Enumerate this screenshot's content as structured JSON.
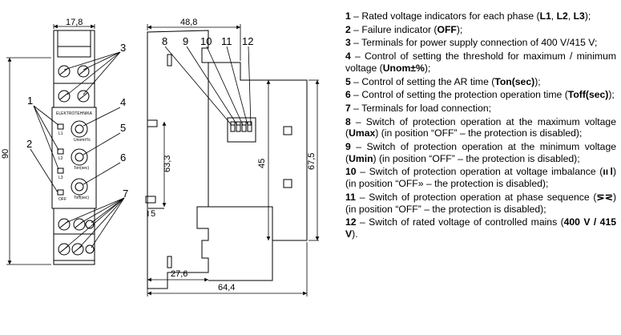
{
  "dims": {
    "width_front": "17,8",
    "height_total": "90",
    "width_side": "48,8",
    "height_inner": "63,3",
    "height_45": "45",
    "height_675": "67,5",
    "depth_276": "27,6",
    "depth_total": "64,4",
    "offset_5": "5"
  },
  "callouts": {
    "c1": "1",
    "c2": "2",
    "c3": "3",
    "c4": "4",
    "c5": "5",
    "c6": "6",
    "c7": "7",
    "c8": "8",
    "c9": "9",
    "c10": "10",
    "c11": "11",
    "c12": "12"
  },
  "device": {
    "label_l1": "L1",
    "label_l2": "L2",
    "label_l3": "L3",
    "label_off": "OFF",
    "label_unom": "Unom±%",
    "label_ton": "Ton(sec)",
    "label_toff": "Toff(sec)",
    "brand": "ELEKTROTEHNIKA"
  },
  "legend": [
    {
      "n": "1",
      "text": "– Rated voltage indicators for each phase (",
      "b1": "L1",
      "t2": ", ",
      "b2": "L2",
      "t3": ", ",
      "b3": "L3",
      "t4": ");"
    },
    {
      "n": "2",
      "text": "– Failure indicator (",
      "b1": "OFF",
      "t2": ");"
    },
    {
      "n": "3",
      "text": "– Terminals for power supply connection of 400 V/415 V;"
    },
    {
      "n": "4",
      "text": "– Control of setting the threshold for maximum / minimum voltage (",
      "b1": "Unom±%",
      "t2": ");"
    },
    {
      "n": "5",
      "text": "– Control of setting the AR time (",
      "b1": "Ton(sec)",
      "t2": ");"
    },
    {
      "n": "6",
      "text": "– Control of setting the protection operation time (",
      "b1": "Toff(sec)",
      "t2": ");"
    },
    {
      "n": "7",
      "text": "– Terminals for load connection;"
    },
    {
      "n": "8",
      "text": "– Switch of protection operation at the maximum voltage (",
      "b1": "Umax",
      "t2": ") (in position “OFF” – the protection is disabled);"
    },
    {
      "n": "9",
      "text": "– Switch of protection operation at the minimum voltage (",
      "b1": "Umin",
      "t2": ") (in position “OFF” – the protection is disabled);"
    },
    {
      "n": "10",
      "text": "– Switch of protection operation at voltage imbalance (",
      "b1": "ıı l",
      "t2": ") (in position “OFF» – the protection is disabled);"
    },
    {
      "n": "11",
      "text": "– Switch of protection operation at phase sequence (",
      "b1": "⋝⋜",
      "t2": ") (in position “OFF” – the protection is disabled);"
    },
    {
      "n": "12",
      "text": "– Switch of rated voltage of controlled mains (",
      "b1": "400 V / 415 V",
      "t2": ")."
    }
  ]
}
